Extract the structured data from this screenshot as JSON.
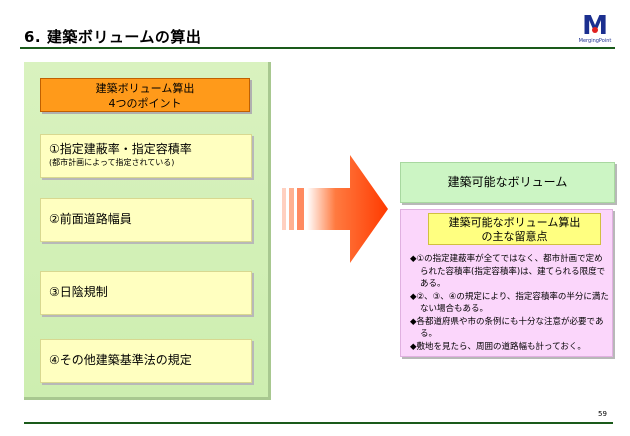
{
  "header": {
    "title": "6. 建築ボリュームの算出",
    "logo_letter": "M",
    "logo_text": "MergingPoint"
  },
  "left": {
    "heading_line1": "建築ボリューム算出",
    "heading_line2": "4つのポイント",
    "points": [
      {
        "label": "①指定建蔽率・指定容積率",
        "sub": "(都市計画によって指定されている)"
      },
      {
        "label": "②前面道路幅員"
      },
      {
        "label": "③日陰規制"
      },
      {
        "label": "④その他建築基準法の規定"
      }
    ]
  },
  "right": {
    "result_label": "建築可能なボリューム",
    "notes_heading_line1": "建築可能なボリューム算出",
    "notes_heading_line2": "の主な留意点",
    "notes": [
      "◆①の指定建蔽率が全てではなく、都市計画で定められた容積率(指定容積率)は、建てられる限度である。",
      "◆②、③、④の規定により、指定容積率の半分に満たない場合もある。",
      "◆各都道府県や市の条例にも十分な注意が必要である。",
      "◆敷地を見たら、周囲の道路幅も計っておく。"
    ]
  },
  "footer": {
    "page_number": "59"
  },
  "colors": {
    "panel_green": "#d9f2bf",
    "orange": "#ff9a1a",
    "arrow_red": "#ff3a00",
    "result_green": "#ccf5c4",
    "notes_pink": "#fbd6fb",
    "notes_header_yellow": "#ffff80",
    "rule_green": "#1a5a1a"
  }
}
